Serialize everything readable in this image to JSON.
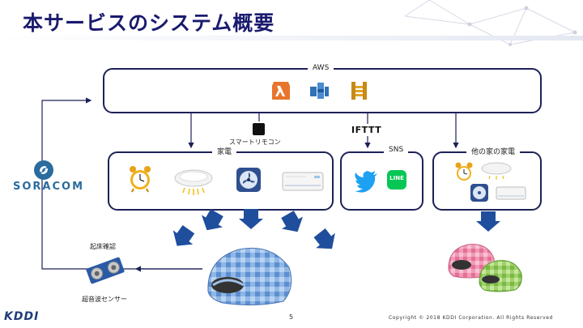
{
  "title": "本サービスのシステム概要",
  "aws": {
    "label": "AWS",
    "service_icons": [
      "lambda-icon",
      "iot-core-icon",
      "api-gateway-icon"
    ]
  },
  "remote": {
    "label": "スマートリモコン"
  },
  "ifttt": {
    "label": "IFTTT"
  },
  "appliances": {
    "label": "家電",
    "items": [
      "alarm-clock-icon",
      "ceiling-light-icon",
      "fan-icon",
      "air-conditioner-icon"
    ]
  },
  "sns": {
    "label": "SNS",
    "items": [
      "twitter-icon",
      "line-icon"
    ],
    "line_text": "LINE"
  },
  "other_home": {
    "label": "他の家の家電"
  },
  "soracom": {
    "label": "SORACOM"
  },
  "sensor": {
    "caption_top": "起床確認",
    "caption_bottom": "超音波センサー"
  },
  "footer": {
    "page": "5",
    "copyright": "Copyright © 2018 KDDI Corporation. All Rights Reserved",
    "logo": "KDDI"
  },
  "colors": {
    "navy": "#1d2157",
    "arrow_blue": "#1f4e9d",
    "soracom": "#2b6c9f",
    "twitter": "#1da1f2",
    "line": "#06c755",
    "aws_orange": "#e8752d",
    "aws_blue": "#2e73b8",
    "aws_gold": "#c68a16"
  }
}
